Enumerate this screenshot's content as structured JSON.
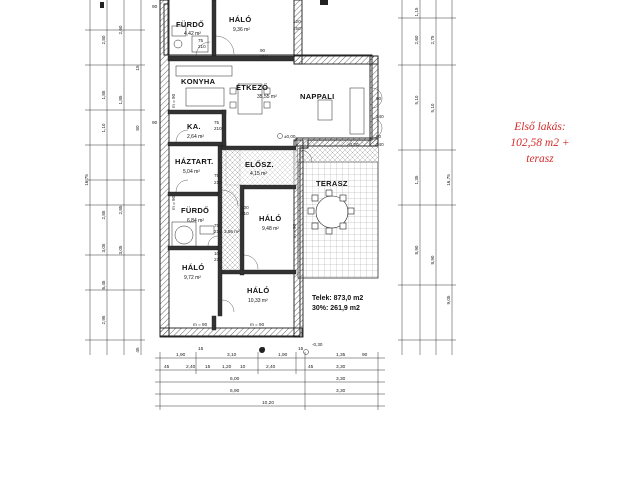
{
  "colors": {
    "wall": "#1a1a1a",
    "hatch": "#444444",
    "accent": "#d42a2a",
    "line": "#333333"
  },
  "rooms": {
    "furdo1": {
      "name": "FÜRDŐ",
      "area": "4,42 m²"
    },
    "halo1": {
      "name": "HÁLÓ",
      "area": "9,36 m²"
    },
    "konyha": {
      "name": "KONYHA"
    },
    "etkezo": {
      "name": "ÉTKEZŐ"
    },
    "nappali": {
      "name": "NAPPALI",
      "area": "35,55 m²"
    },
    "kamra": {
      "name": "KA.",
      "area": "2,64 m²"
    },
    "haztart": {
      "name": "HÁZTART.",
      "area": "5,04 m²"
    },
    "eloter": {
      "name": "ELŐSZ.",
      "area": "4,15 m²"
    },
    "terasz": {
      "name": "TERASZ"
    },
    "furdo2": {
      "name": "FÜRDŐ",
      "area": "6,84 m²"
    },
    "halo2": {
      "name": "HÁLÓ",
      "area": "9,48 m²"
    },
    "halo3": {
      "name": "HÁLÓ",
      "area": "9,72 m²"
    },
    "halo4": {
      "name": "HÁLÓ",
      "area": "10,33 m²"
    }
  },
  "plot": {
    "total": "Telek: 873,0 m2",
    "built": "30%: 261,9 m2"
  },
  "note": {
    "line1": "Első lakás:",
    "line2": "102,58 m2 +",
    "line3": "terasz"
  },
  "levels": {
    "floor": "±0,00",
    "outside": "-0,30",
    "terrace": "-0,20"
  },
  "doors": {
    "d1_w": "75",
    "d1_h": "210",
    "d2_w": "120",
    "d2_h": "150",
    "d3_w": "90",
    "d3_h": "210",
    "d4_w": "75",
    "d4_h": "210",
    "d5_w": "75",
    "d5_h": "210",
    "d6_w": "100",
    "d6_h": "210",
    "d7_w": "75",
    "d7_h": "210",
    "d8_w": "100",
    "d8_h": "210",
    "d9_w": "90",
    "d9_h": "240",
    "d10_w": "90",
    "d10_h": "240",
    "win": "m = 90",
    "stair": "3,56 m²"
  },
  "dims_bottom": {
    "row1": [
      "1,90",
      "15",
      "3,10",
      "15",
      "1,90",
      "15",
      "1,35",
      "90"
    ],
    "row2": [
      "45",
      "2,40",
      "15",
      "1,20",
      "10",
      "2,40",
      "45",
      "3,30"
    ],
    "row3": [
      "6,00",
      "3,30"
    ],
    "row4": [
      "6,90",
      "3,30"
    ],
    "total": "10,20"
  },
  "dims_left": {
    "outer": [
      "2,80",
      "10",
      "1,85",
      "1,10",
      "10",
      "1,65",
      "10",
      "2,85",
      "15",
      "3,05",
      "1,10",
      "6,45",
      "2,95"
    ],
    "inner": [
      "45",
      "2,60",
      "15",
      "80",
      "15",
      "1,85",
      "10",
      "2,85",
      "10",
      "3,05"
    ],
    "total": "16,75"
  },
  "dims_right": {
    "inner": [
      "1,15",
      "2,60",
      "15",
      "2,75",
      "5,10",
      "45",
      "1,35",
      "8,90"
    ],
    "outer": [
      "2,75",
      "5,10",
      "16,75",
      "8,90",
      "9,05"
    ]
  },
  "dims_top": [
    "90",
    "90"
  ]
}
